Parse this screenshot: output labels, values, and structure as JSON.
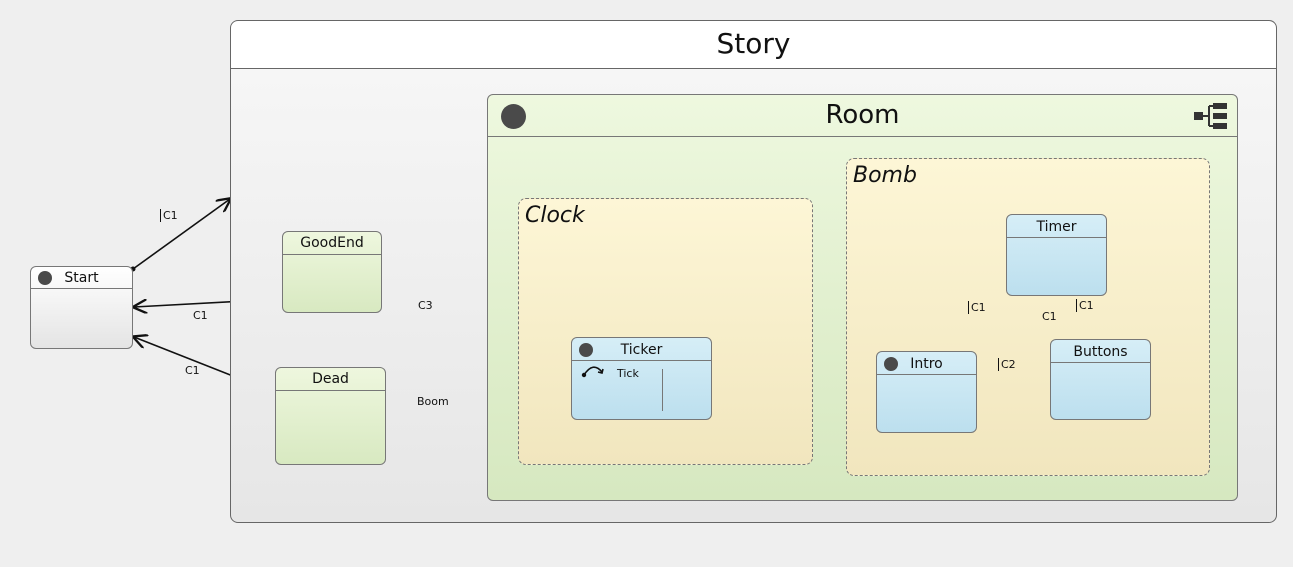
{
  "states": {
    "story": "Story",
    "room": "Room",
    "start": "Start",
    "good_end": "GoodEnd",
    "dead": "Dead",
    "ticker": "Ticker",
    "timer": "Timer",
    "intro": "Intro",
    "buttons": "Buttons"
  },
  "regions": {
    "clock": "Clock",
    "bomb": "Bomb"
  },
  "ticker_action": "Tick",
  "transitions": {
    "start_to_story": "C1",
    "goodend_to_start": "C1",
    "dead_to_start": "C1",
    "room_to_goodend": "C3",
    "room_to_dead": "Boom",
    "intro_to_timer": "C1",
    "intro_to_buttons": "C2",
    "timer_buttons": "C1"
  },
  "colors": {
    "story_fill": "#f2f2f2",
    "room_fill": "#e4f2d2",
    "region_fill": "#fbf2cf",
    "leaf_green": "#e3f0cf",
    "leaf_blue": "#c9e6f2",
    "border": "#555555"
  }
}
